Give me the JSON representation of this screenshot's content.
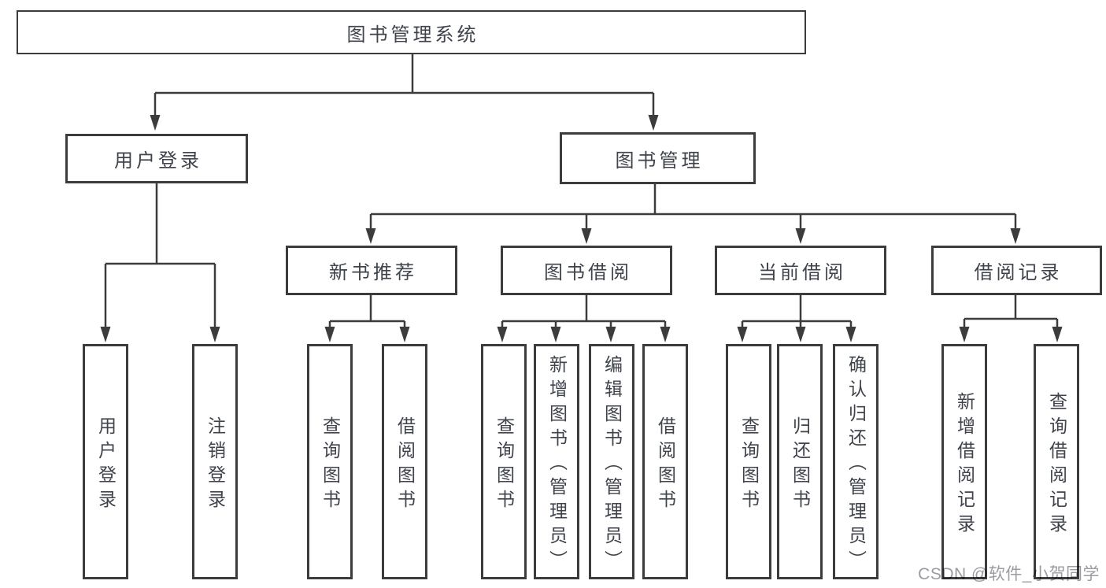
{
  "nodes": {
    "root": {
      "label": "图书管理系统"
    },
    "user_login": {
      "label": "用户登录"
    },
    "book_management": {
      "label": "图书管理"
    },
    "new_book_recommend": {
      "label": "新书推荐"
    },
    "book_borrowing": {
      "label": "图书借阅"
    },
    "current_borrowing": {
      "label": "当前借阅"
    },
    "borrowing_records": {
      "label": "借阅记录"
    },
    "leaf_user_login": {
      "label": "用户登录"
    },
    "leaf_logout": {
      "label": "注销登录"
    },
    "leaf_new_query_book": {
      "label": "查询图书"
    },
    "leaf_new_borrow_book": {
      "label": "借阅图书"
    },
    "leaf_bw_query_book": {
      "label": "查询图书"
    },
    "leaf_bw_add_book": {
      "label": "新增图书（管理员）"
    },
    "leaf_bw_edit_book": {
      "label": "编辑图书（管理员）"
    },
    "leaf_bw_borrow_book": {
      "label": "借阅图书"
    },
    "leaf_cur_query_book": {
      "label": "查询图书"
    },
    "leaf_cur_return_book": {
      "label": "归还图书"
    },
    "leaf_cur_confirm_return": {
      "label": "确认归还（管理员）"
    },
    "leaf_rec_add_record": {
      "label": "新增借阅记录"
    },
    "leaf_rec_query_record": {
      "label": "查询借阅记录"
    }
  },
  "watermark": {
    "text": "CSDN @软件_小贺同学"
  },
  "colors": {
    "line": "#3c3c3c",
    "text": "#3f434b",
    "watermark": "#9b9ba1",
    "background": "#ffffff"
  }
}
